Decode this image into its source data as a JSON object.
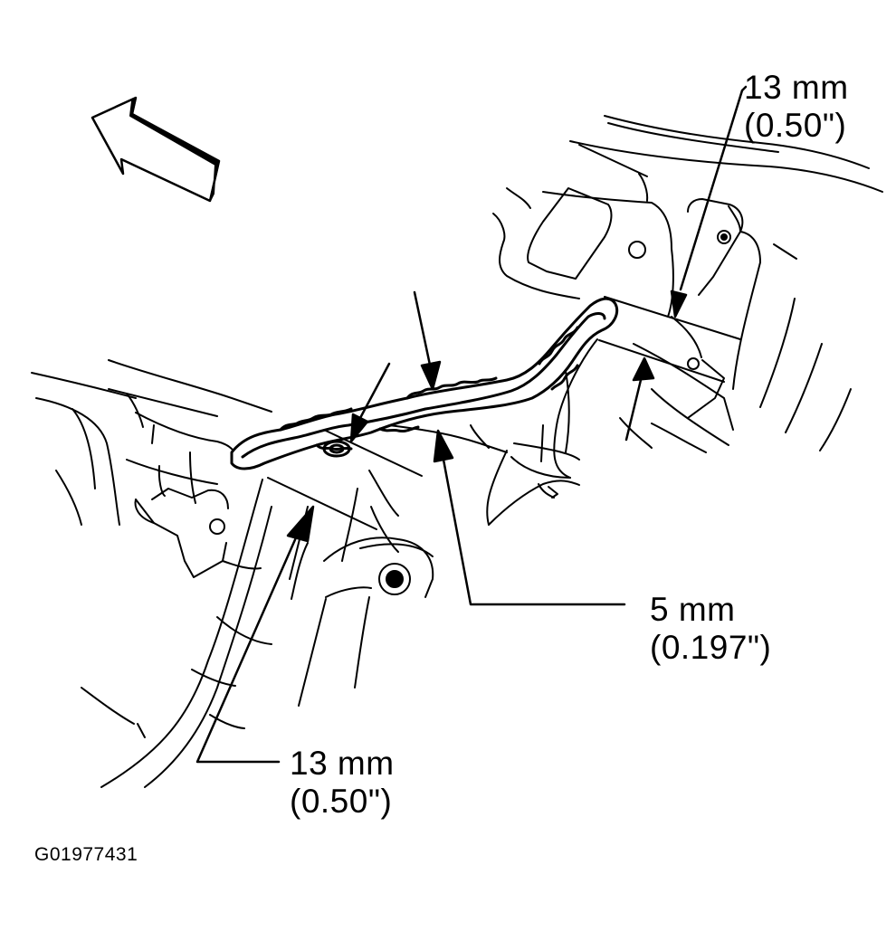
{
  "callouts": {
    "top_right": {
      "metric": "13 mm",
      "imperial": "(0.50\")"
    },
    "middle_right": {
      "metric": "5 mm",
      "imperial": "(0.197\")"
    },
    "bottom_left": {
      "metric": "13 mm",
      "imperial": "(0.50\")"
    }
  },
  "figure_id": "G01977431",
  "icons": {
    "direction_arrow": "front-direction-arrow-icon"
  },
  "colors": {
    "ink": "#000000",
    "background": "#ffffff"
  }
}
